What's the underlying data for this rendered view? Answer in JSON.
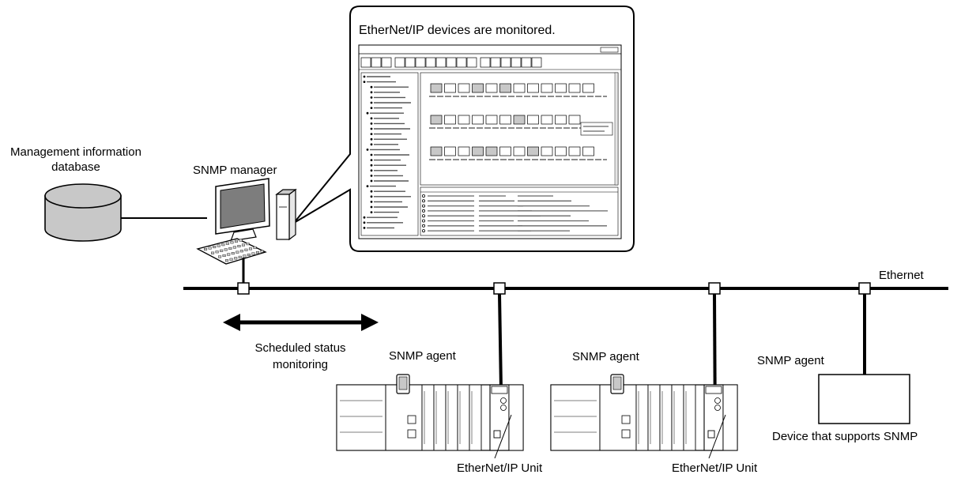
{
  "labels": {
    "callout_title": "EtherNet/IP devices are monitored.",
    "database_line1": "Management information",
    "database_line2": "database",
    "manager": "SNMP manager",
    "network": "Ethernet",
    "monitoring_line1": "Scheduled status",
    "monitoring_line2": "monitoring",
    "agent_1": "SNMP agent",
    "agent_2": "SNMP agent",
    "agent_3": "SNMP agent",
    "unit_1": "EtherNet/IP Unit",
    "unit_2": "EtherNet/IP Unit",
    "device": "Device that supports SNMP"
  },
  "colors": {
    "line": "#000000",
    "device_gray": "#c8c8c8",
    "screen_gray": "#7d7d7d",
    "panel_fill": "#ffffff"
  }
}
